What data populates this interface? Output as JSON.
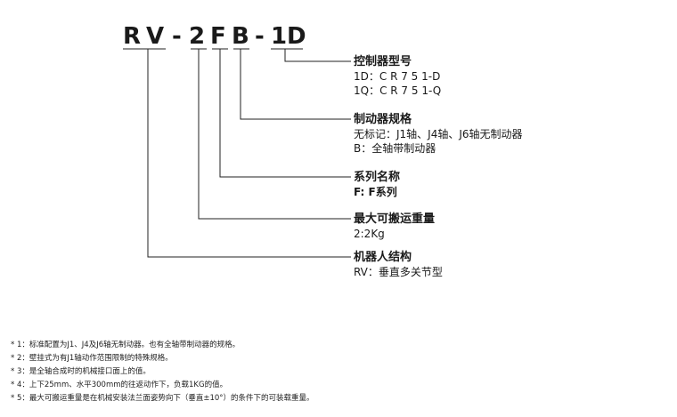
{
  "model": {
    "parts": [
      "R",
      "V",
      "-",
      "2",
      "F",
      "B",
      "-",
      "1",
      "D"
    ]
  },
  "blocks": {
    "controller": {
      "title": "控制器型号",
      "lines": [
        "1D：C R 7 5 1-D",
        "1Q：C R 7 5 1-Q"
      ]
    },
    "brake": {
      "title": "制动器规格",
      "lines": [
        "无标记：J1轴、J4轴、J6轴无制动器",
        "B：全轴带制动器"
      ]
    },
    "series": {
      "title": "系列名称",
      "lines": [
        "F:   F系列"
      ]
    },
    "payload": {
      "title": "最大可搬运重量",
      "lines": [
        "2:2Kg"
      ]
    },
    "robot": {
      "title": "机器人结构",
      "lines": [
        "RV：垂直多关节型"
      ]
    }
  },
  "notes": [
    "* 1：标准配置为J1、J4及J6轴无制动器。也有全轴带制动器的规格。",
    "* 2：壁挂式为有J1轴动作范围限制的特殊规格。",
    "* 3：是全轴合成时的机械接口面上的值。",
    "* 4：上下25mm、水平300mm的往返动作下，负载1KG的值。",
    "* 5：最大可搬运重量是在机械安装法兰面姿势向下（垂直±10°）的条件下的可装载重量。"
  ]
}
